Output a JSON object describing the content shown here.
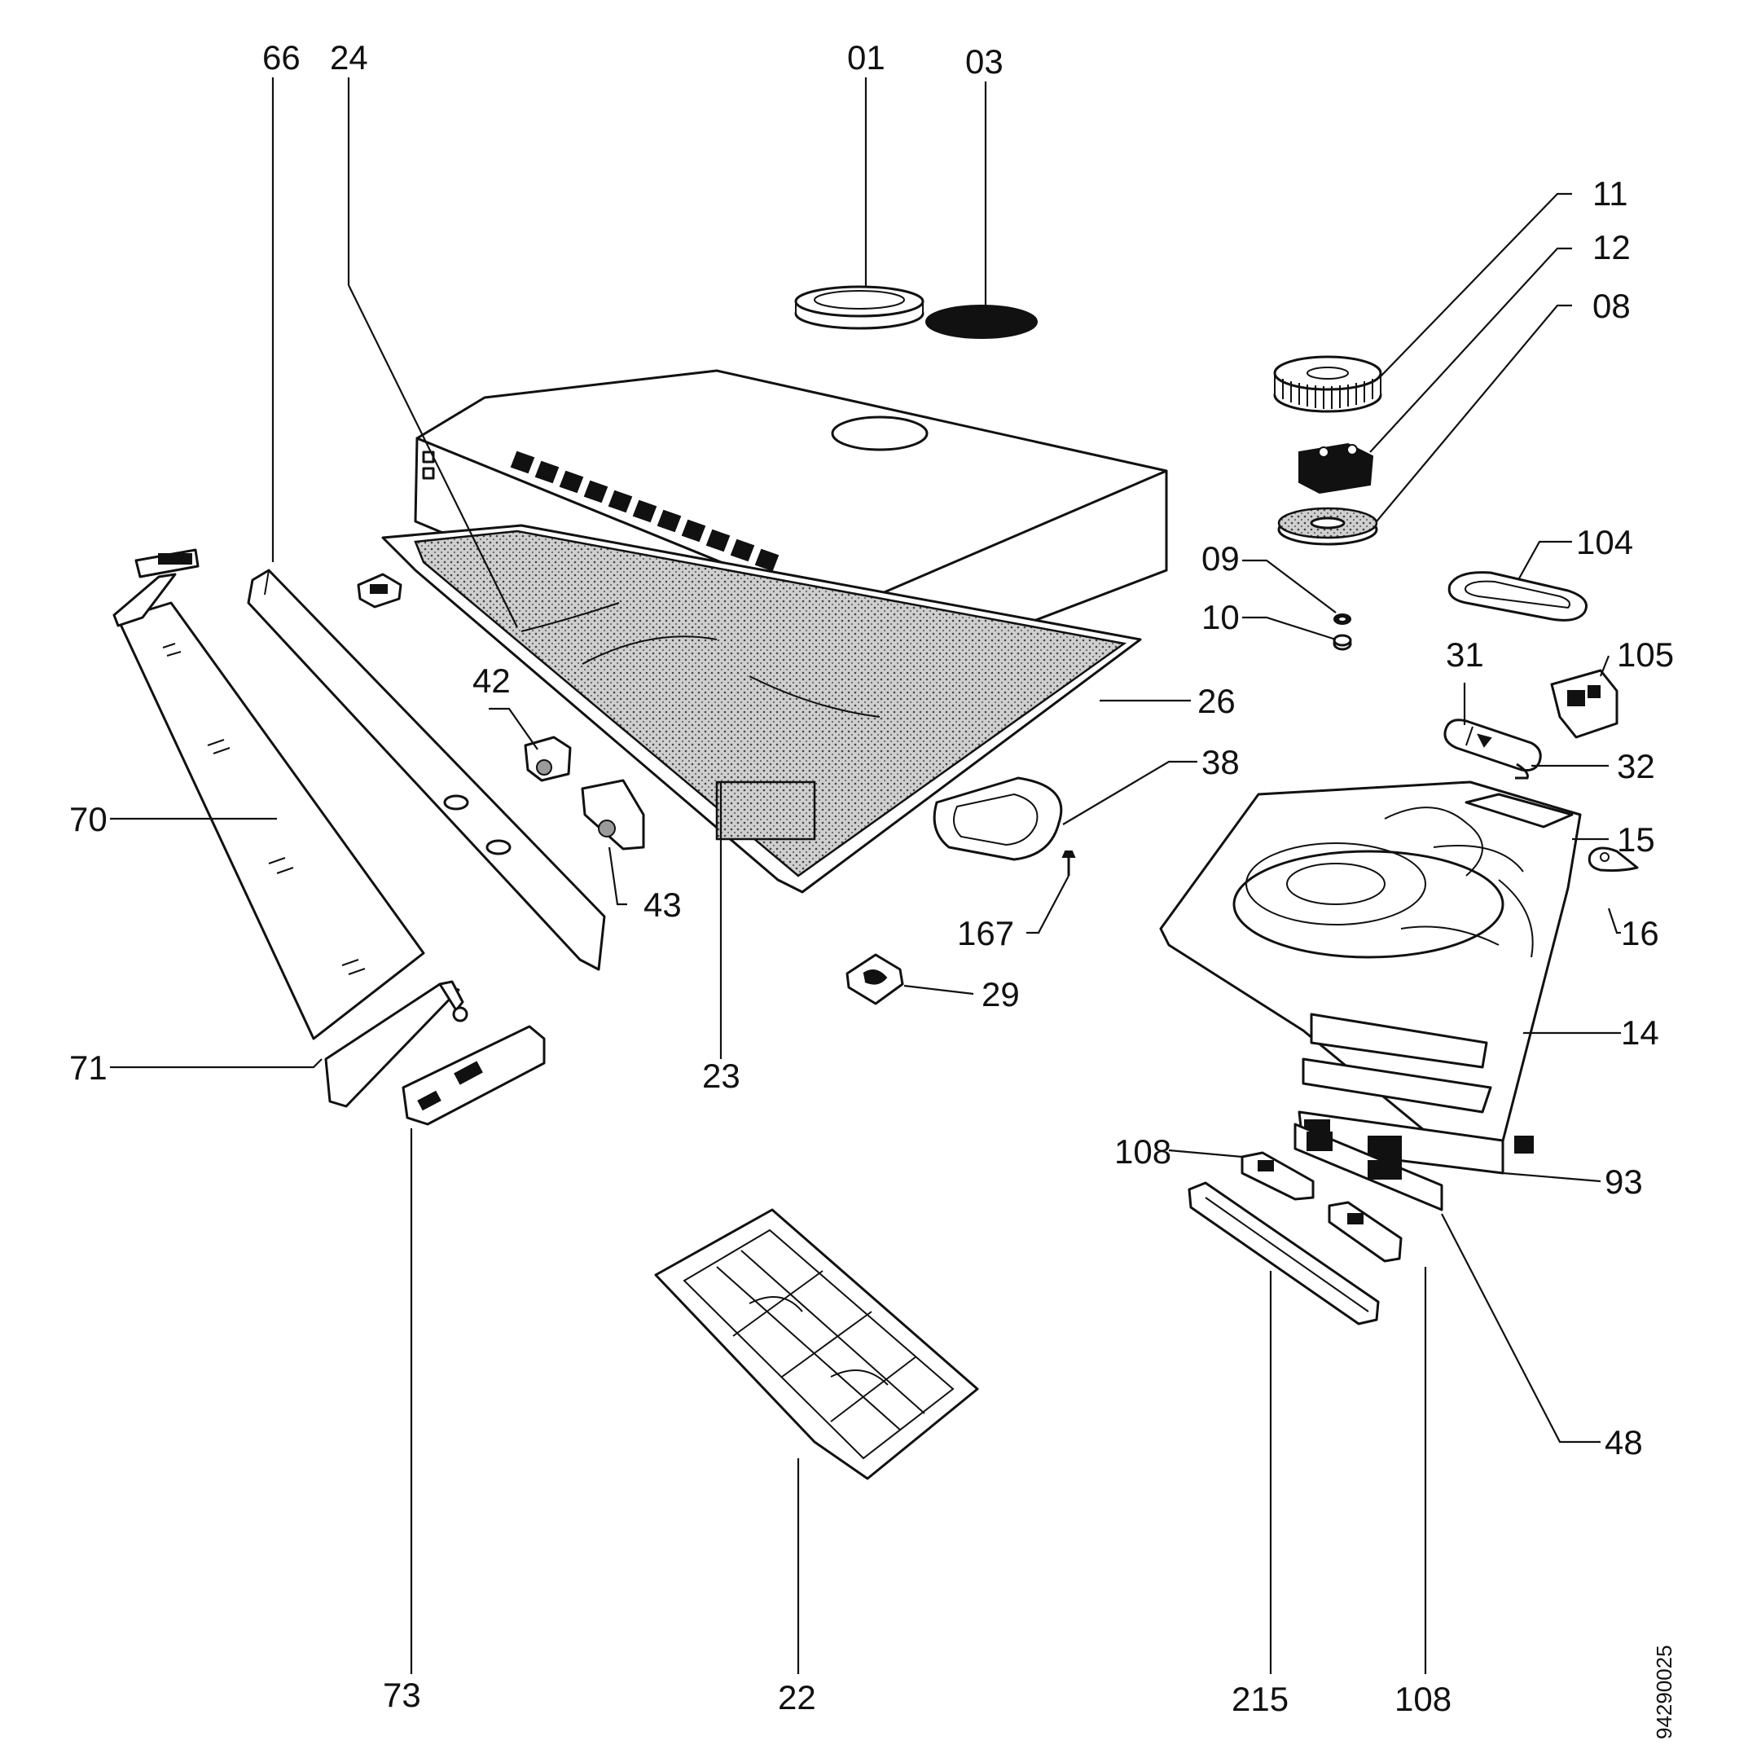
{
  "diagram": {
    "doc_number": "94290025",
    "labels": [
      {
        "id": "l66",
        "text": "66"
      },
      {
        "id": "l24",
        "text": "24"
      },
      {
        "id": "l01",
        "text": "01"
      },
      {
        "id": "l03",
        "text": "03"
      },
      {
        "id": "l11",
        "text": "11"
      },
      {
        "id": "l12",
        "text": "12"
      },
      {
        "id": "l08",
        "text": "08"
      },
      {
        "id": "l09",
        "text": "09"
      },
      {
        "id": "l104",
        "text": "104"
      },
      {
        "id": "l10",
        "text": "10"
      },
      {
        "id": "l31",
        "text": "31"
      },
      {
        "id": "l105",
        "text": "105"
      },
      {
        "id": "l26",
        "text": "26"
      },
      {
        "id": "l42",
        "text": "42"
      },
      {
        "id": "l32",
        "text": "32"
      },
      {
        "id": "l38",
        "text": "38"
      },
      {
        "id": "l15",
        "text": "15"
      },
      {
        "id": "l70",
        "text": "70"
      },
      {
        "id": "l43",
        "text": "43"
      },
      {
        "id": "l16",
        "text": "16"
      },
      {
        "id": "l167",
        "text": "167"
      },
      {
        "id": "l29",
        "text": "29"
      },
      {
        "id": "l14",
        "text": "14"
      },
      {
        "id": "l71",
        "text": "71"
      },
      {
        "id": "l23",
        "text": "23"
      },
      {
        "id": "l108a",
        "text": "108"
      },
      {
        "id": "l93",
        "text": "93"
      },
      {
        "id": "l48",
        "text": "48"
      },
      {
        "id": "l73",
        "text": "73"
      },
      {
        "id": "l22",
        "text": "22"
      },
      {
        "id": "l215",
        "text": "215"
      },
      {
        "id": "l108b",
        "text": "108"
      }
    ]
  }
}
